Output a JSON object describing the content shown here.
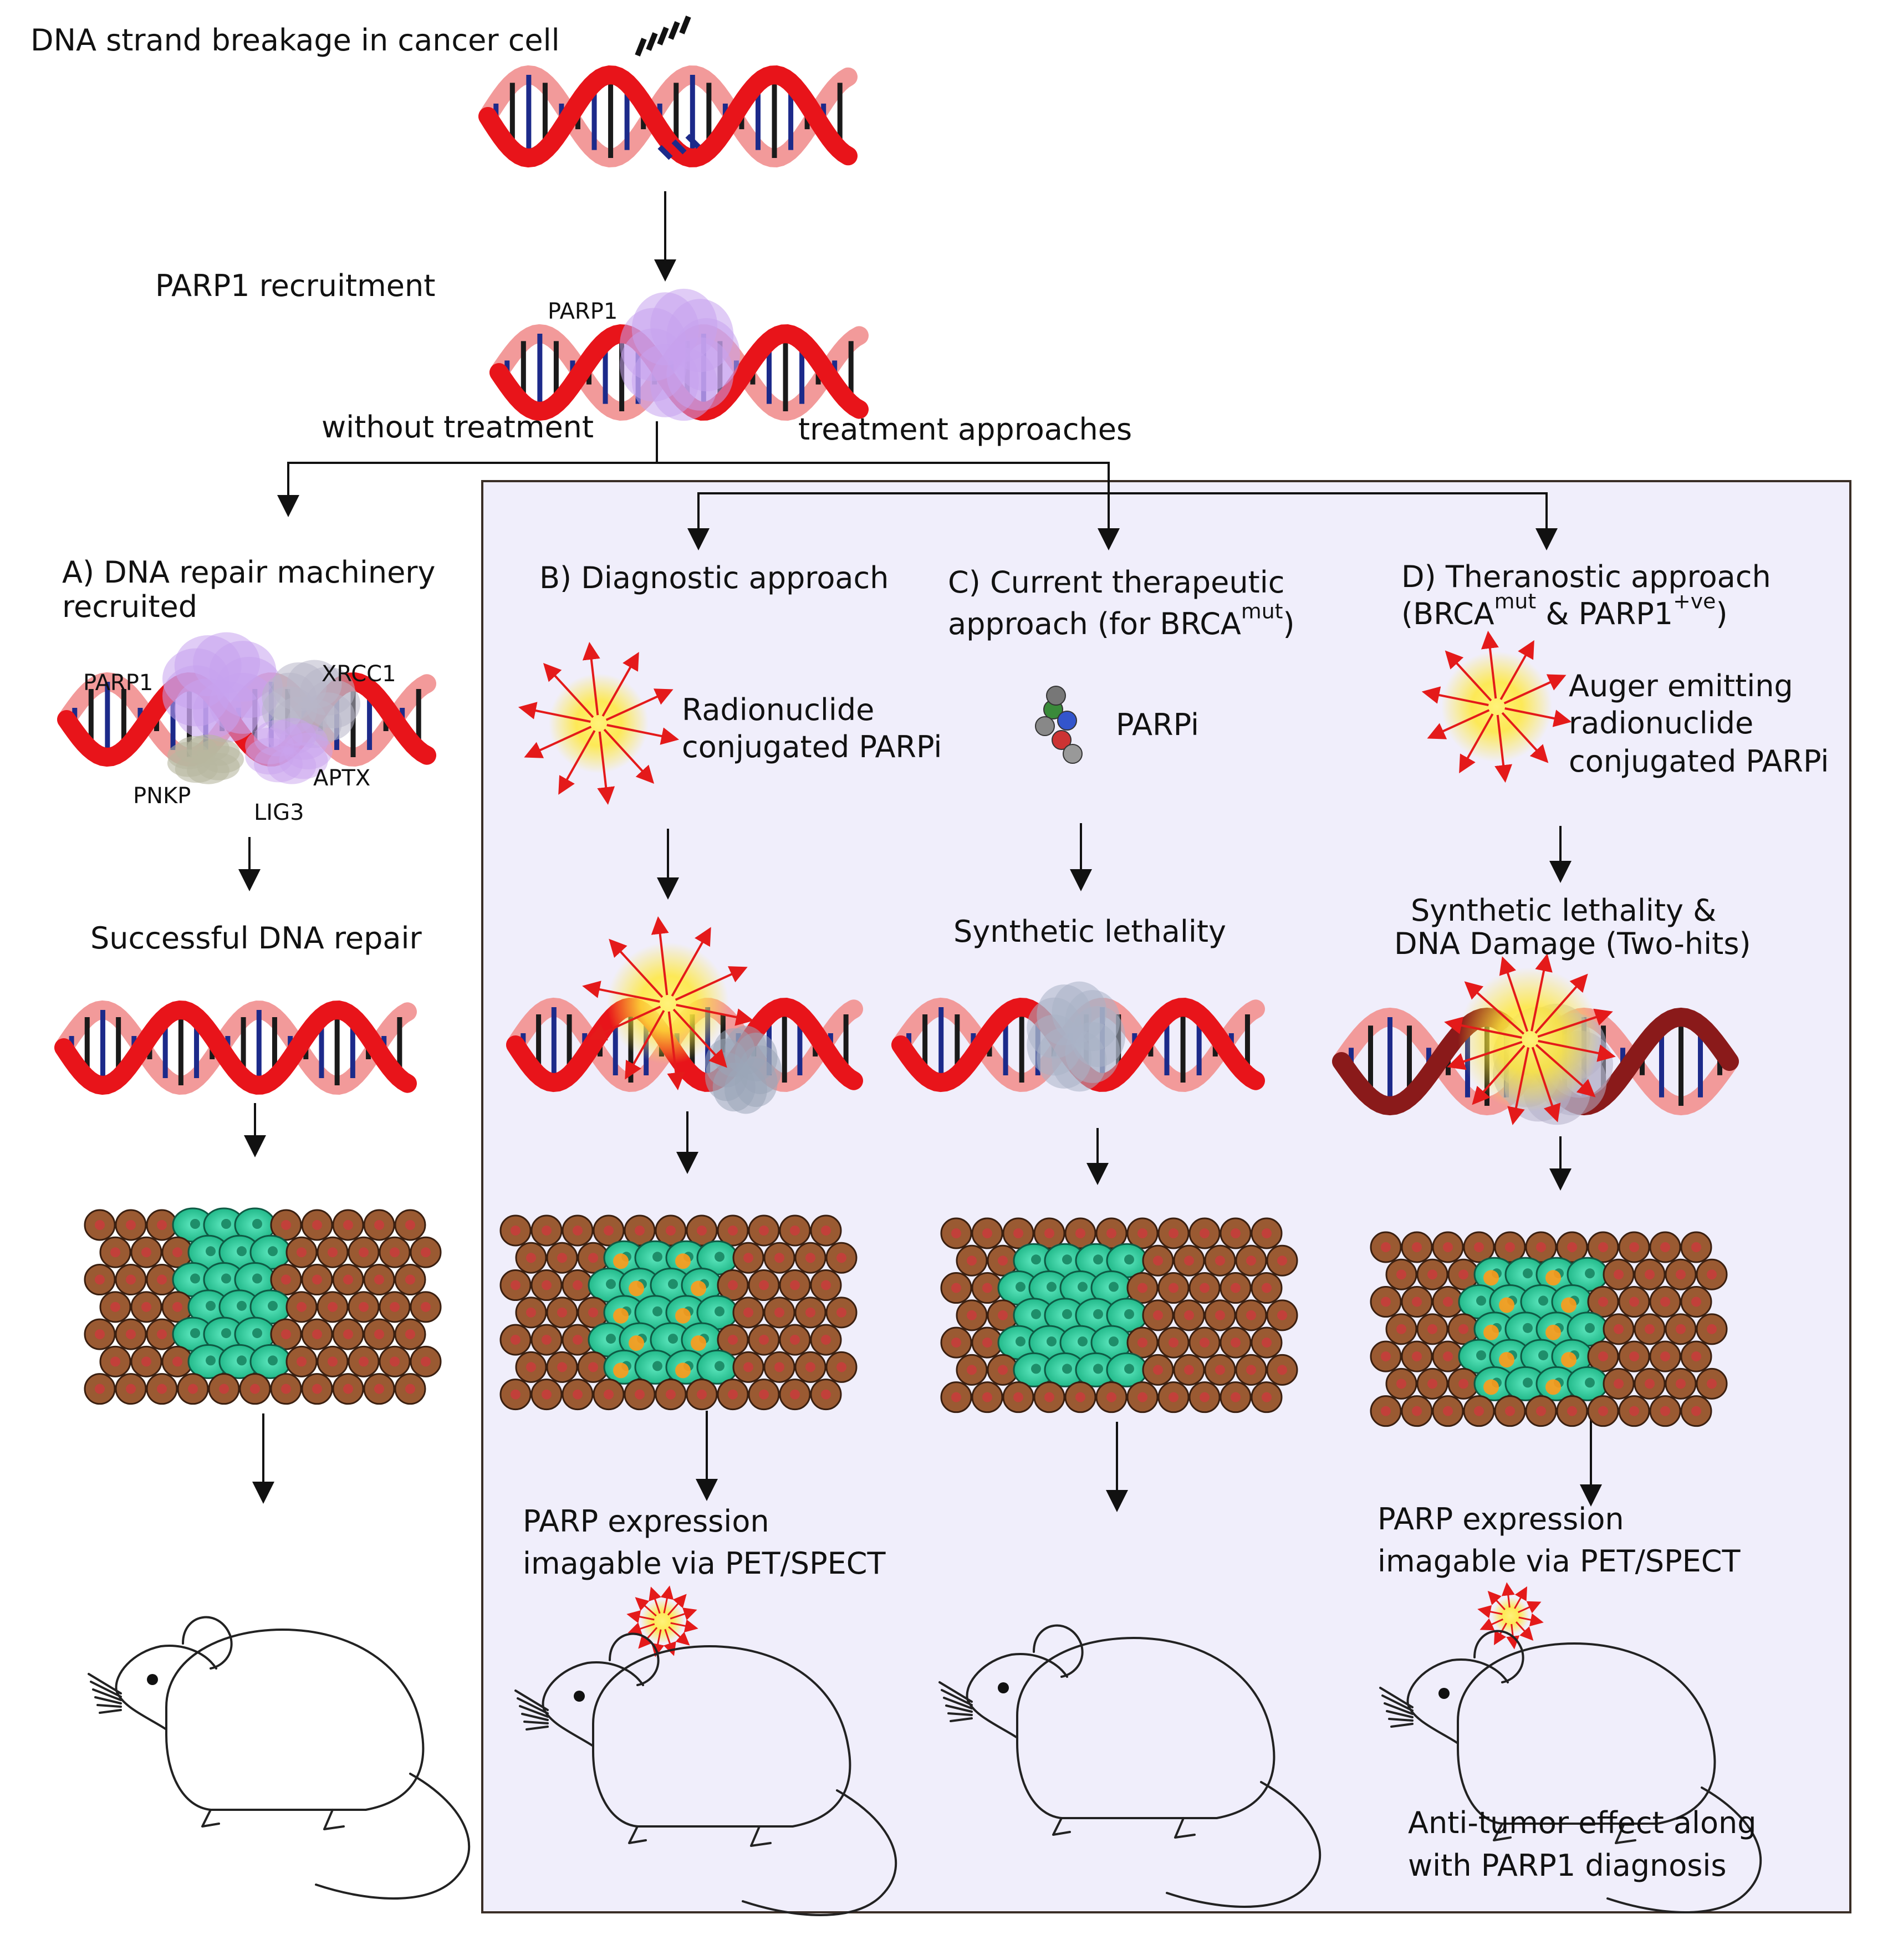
{
  "labels": {
    "top_title": "DNA strand breakage in cancer cell",
    "parp1_recruitment": "PARP1 recruitment",
    "parp1_top": "PARP1",
    "without_treatment": "without treatment",
    "treatment_approaches": "treatment approaches"
  },
  "panel_a": {
    "title_line1": "A) DNA repair machinery",
    "title_line2": "recruited",
    "proteins": [
      "PARP1",
      "XRCC1",
      "APTX",
      "PNKP",
      "LIG3"
    ],
    "outcome": "Successful DNA repair"
  },
  "panel_b": {
    "title": "B) Diagnostic approach",
    "agent_line1": "Radionuclide",
    "agent_line2": "conjugated PARPi",
    "outcome_line1": "PARP expression",
    "outcome_line2": "imagable via PET/SPECT"
  },
  "panel_c": {
    "title_line1": "C) Current therapeutic",
    "title_line2_pre": "approach (for BRCA",
    "title_line2_sup": "mut",
    "title_line2_post": ")",
    "agent": "PARPi",
    "effect": "Synthetic lethality"
  },
  "panel_d": {
    "title_line1": "D) Theranostic approach",
    "title_line2_a": "(BRCA",
    "title_line2_sup1": "mut",
    "title_line2_b": " & PARP1",
    "title_line2_sup2": "+ve",
    "title_line2_c": ")",
    "agent_line1": "Auger emitting",
    "agent_line2": "radionuclide",
    "agent_line3": "conjugated PARPi",
    "effect_line1": "Synthetic lethality &",
    "effect_line2": "DNA Damage (Two-hits)",
    "outcome_line1": "PARP expression",
    "outcome_line2": "imagable via PET/SPECT",
    "result_line1": "Anti-tumor effect along",
    "result_line2": "with PARP1 diagnosis"
  },
  "colors": {
    "dna_red": "#e8141a",
    "dna_pink": "#f29a9a",
    "dna_dark": "#8a1a1a",
    "base_navy": "#1c2a8a",
    "parp_purple": "#c7a3ee",
    "panel_bg": "#f0eefb",
    "normal_cell": "#9a5a32",
    "tumor_cell": "#33d6a4",
    "glow": "#ffe83a",
    "ray": "#e41a1a"
  }
}
